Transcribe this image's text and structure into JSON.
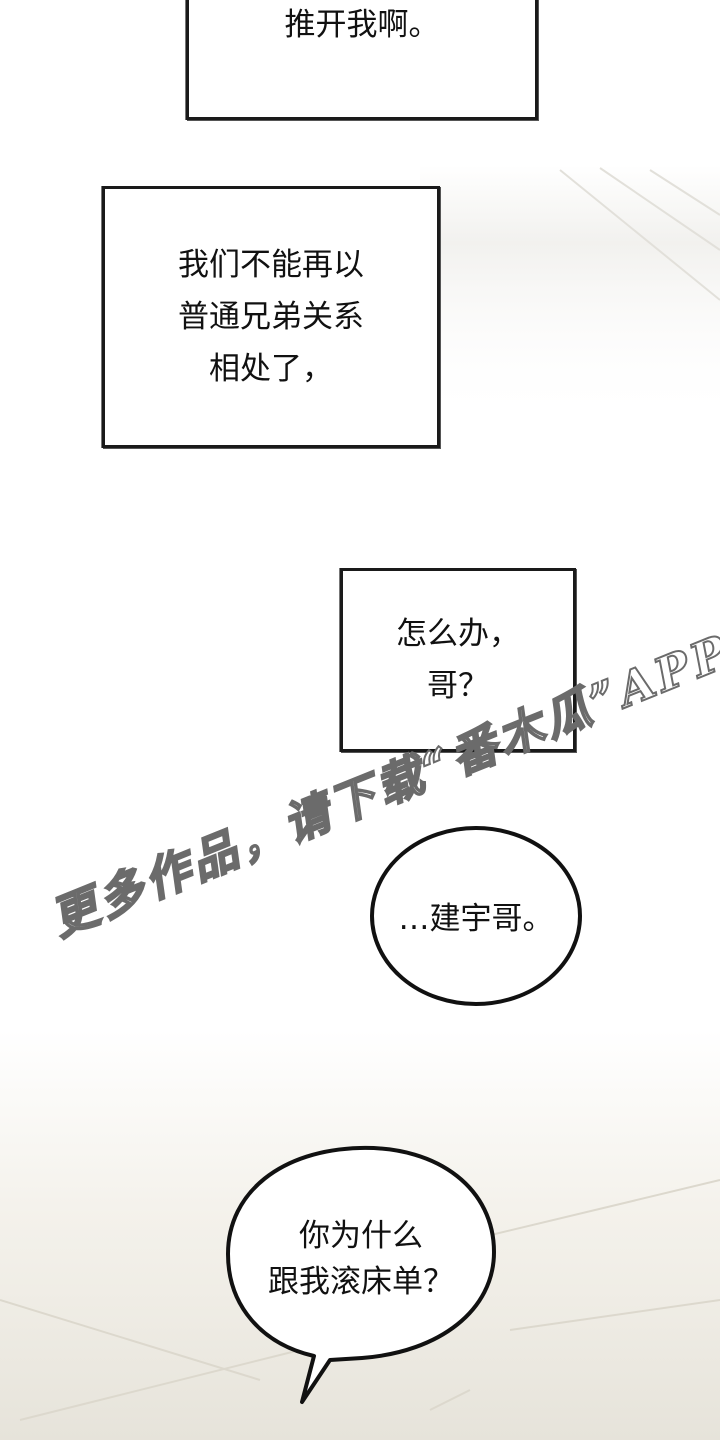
{
  "panels": [
    {
      "lines": [
        "推开我啊。"
      ]
    },
    {
      "lines": [
        "我们不能再以",
        "普通兄弟关系",
        "相处了，"
      ]
    },
    {
      "lines": [
        "怎么办，",
        "哥？"
      ]
    }
  ],
  "bubbles": [
    {
      "lines": [
        "…建宇哥。"
      ]
    },
    {
      "lines": [
        "你为什么",
        "跟我滚床单？"
      ]
    }
  ],
  "watermark": {
    "text": "更多作品，请下载“番木瓜”APP。"
  },
  "colors": {
    "ink": "#111111",
    "background": "#ffffff",
    "shading": "#e9e7e2"
  }
}
